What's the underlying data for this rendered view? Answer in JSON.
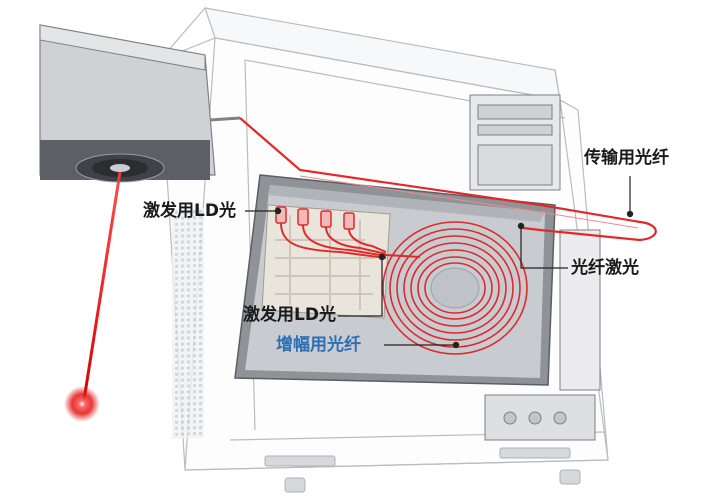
{
  "labels": {
    "transmission_fiber": "传输用光纤",
    "pump_ld_top": "激发用LD光",
    "fiber_laser": "光纤激光",
    "pump_ld_bottom": "激发用LD光",
    "gain_fiber": "增幅用光纤"
  },
  "colors": {
    "laser_red": "#e02a2a",
    "label_text": "#1a1a1a",
    "gain_fiber_label": "#2e6fb4",
    "housing_line": "#b9bcc0",
    "panel_gray": "#8f9398"
  },
  "icons": {
    "laser_spot": "red-glow-burst"
  }
}
